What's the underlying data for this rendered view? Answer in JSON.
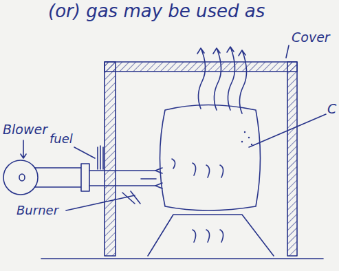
{
  "diagram": {
    "labels": [
      "(or) gas may be used as",
      "Cover",
      "Blower",
      "fuel",
      "Burner",
      "C"
    ]
  }
}
